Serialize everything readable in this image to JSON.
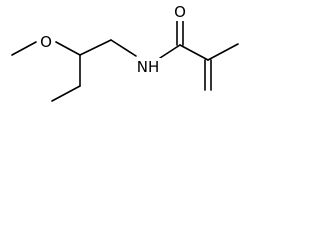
{
  "diagram": {
    "atoms": {
      "oxygen_carbonyl": "O",
      "oxygen_ether": "O",
      "nitrogen": "NH"
    }
  }
}
